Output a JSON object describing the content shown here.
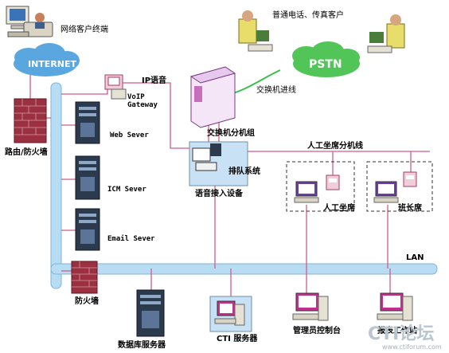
{
  "labels": {
    "web_client": "网络客户终端",
    "internet": "INTERNET",
    "phone_fax_clients": "普通电话、传真客户",
    "pstn": "PSTN",
    "exchange_trunk": "交换机进线",
    "ip_voice": "IP语音",
    "voip_gateway": "VoIP\nGateway",
    "router_firewall": "路由/防火墙",
    "web_server": "Web Sever",
    "icm_server": "ICM Sever",
    "email_server": "Email Sever",
    "pbx_group": "交换机分机组",
    "agent_ext_line": "人工坐席分机线",
    "queue_system": "排队系统",
    "voice_access": "语音接入设备",
    "agent_seat": "人工坐席",
    "shift_leader": "班长席",
    "lan": "LAN",
    "firewall": "防火墙",
    "db_server": "数据库服务器",
    "cti_server": "CTI 服务器",
    "admin_console": "管理员控制台",
    "report_station": "报表工作站",
    "watermark_brand": "CTI论坛",
    "watermark_url": "www.ctiforum.com"
  },
  "colors": {
    "backbone": "#b8dcf2",
    "backbone_edge": "#7fb6dc",
    "wire_pink": "#d35a8a",
    "wire_green": "#3bbf4c",
    "cloud": "#5aa7e0",
    "pstn": "#52c558",
    "server_dark": "#2c3a4e",
    "brick": "#9a3040",
    "monitor_magenta": "#c0308e",
    "access_box": "#c9e1f4"
  },
  "icons": [
    "desktop-computer-icon",
    "internet-cloud-icon",
    "phone-user-icon",
    "pstn-cloud-icon",
    "voip-gateway-icon",
    "firewall-icon",
    "tower-server-icon",
    "pbx-icon",
    "ip-phone-icon",
    "workstation-icon"
  ]
}
